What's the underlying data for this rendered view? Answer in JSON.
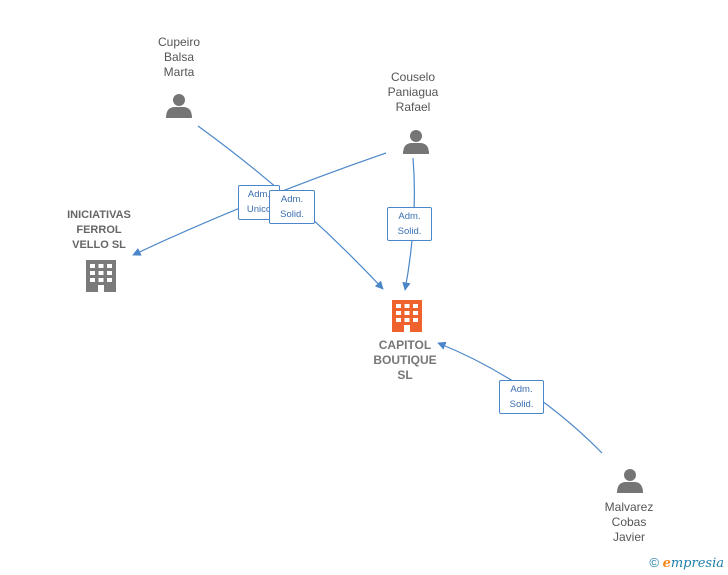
{
  "nodes": {
    "cupeiro": {
      "lines": [
        "Cupeiro",
        "Balsa",
        "Marta"
      ],
      "type": "person"
    },
    "couselo": {
      "lines": [
        "Couselo",
        "Paniagua",
        "Rafael"
      ],
      "type": "person"
    },
    "malvarez": {
      "lines": [
        "Malvarez",
        "Cobas",
        "Javier"
      ],
      "type": "person"
    },
    "iniciativas": {
      "lines": [
        "INICIATIVAS",
        "FERROL",
        "VELLO SL"
      ],
      "type": "company"
    },
    "capitol": {
      "lines": [
        "CAPITOL",
        "BOUTIQUE",
        "SL"
      ],
      "type": "company-focus"
    }
  },
  "relations": [
    {
      "id": "cupeiro-iniciativas",
      "lines": [
        "Adm.",
        "Unico"
      ]
    },
    {
      "id": "cupeiro-capitol",
      "lines": [
        "Adm.",
        "Solid."
      ]
    },
    {
      "id": "couselo-capitol",
      "lines": [
        "Adm.",
        "Solid."
      ]
    },
    {
      "id": "malvarez-capitol",
      "lines": [
        "Adm.",
        "Solid."
      ]
    }
  ],
  "colors": {
    "edge": "#4a86c8",
    "person": "#757575",
    "company": "#7a7a7a",
    "focus": "#f0622d"
  },
  "footer": {
    "copyright": "©",
    "brand_e": "e",
    "brand_rest": "mpresia"
  }
}
